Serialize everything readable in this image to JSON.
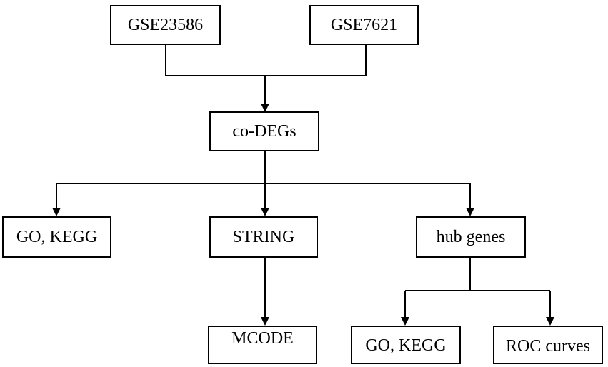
{
  "nodes": {
    "gse23586": "GSE23586",
    "gse7621": "GSE7621",
    "co_degs": "co-DEGs",
    "go_kegg_1": "GO, KEGG",
    "string": "STRING",
    "hub_genes": "hub genes",
    "mcode": "MCODE",
    "go_kegg_2": "GO, KEGG",
    "roc_curves": "ROC curves"
  },
  "colors": {
    "stroke": "#000000",
    "fill": "#ffffff",
    "text": "#000000"
  }
}
